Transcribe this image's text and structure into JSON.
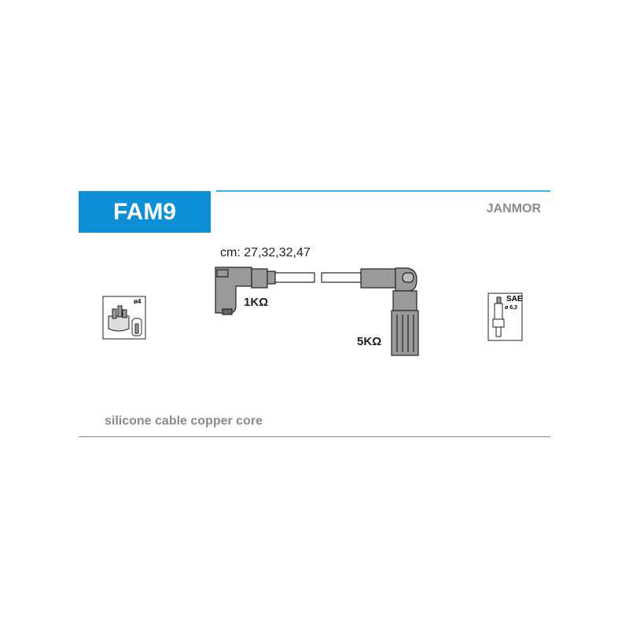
{
  "product_code": "FAM9",
  "brand": "JANMOR",
  "cable_lengths": "cm: 27,32,32,47",
  "resistors": {
    "left": "1KΩ",
    "right": "5KΩ"
  },
  "distributor_icon": {
    "diameter_label": "ø4"
  },
  "spark_plug_icon": {
    "type_label": "SAE",
    "diameter_label": "ø 6,3"
  },
  "description": "silicone cable copper core",
  "colors": {
    "accent": "#0d8fd8",
    "boot": "#9a9a9a"
  }
}
